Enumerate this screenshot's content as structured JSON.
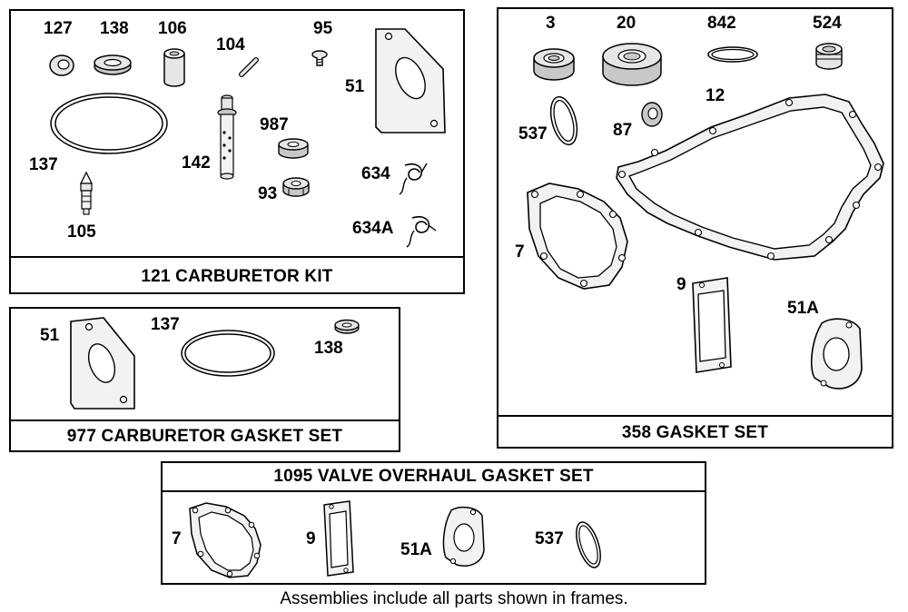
{
  "kits": {
    "carb_kit": {
      "title": "121 CARBURETOR KIT",
      "parts": {
        "p127": "127",
        "p138": "138",
        "p106": "106",
        "p95": "95",
        "p104": "104",
        "p51": "51",
        "p987": "987",
        "p137": "137",
        "p142": "142",
        "p634": "634",
        "p93": "93",
        "p105": "105",
        "p634a": "634A"
      }
    },
    "carb_gasket": {
      "title": "977 CARBURETOR GASKET SET",
      "parts": {
        "p51": "51",
        "p137": "137",
        "p138": "138"
      }
    },
    "gasket_set": {
      "title": "358 GASKET SET",
      "parts": {
        "p3": "3",
        "p20": "20",
        "p842": "842",
        "p524": "524",
        "p12": "12",
        "p537": "537",
        "p87": "87",
        "p7": "7",
        "p9": "9",
        "p51a": "51A"
      }
    },
    "valve_overhaul": {
      "title": "1095 VALVE OVERHAUL GASKET SET",
      "parts": {
        "p7": "7",
        "p9": "9",
        "p51a": "51A",
        "p537": "537"
      }
    }
  },
  "footer_note": "Assemblies include all parts shown in frames.",
  "colors": {
    "line": "#000000",
    "fill_light": "#e6e6e6",
    "fill_mid": "#c8c8c8"
  }
}
